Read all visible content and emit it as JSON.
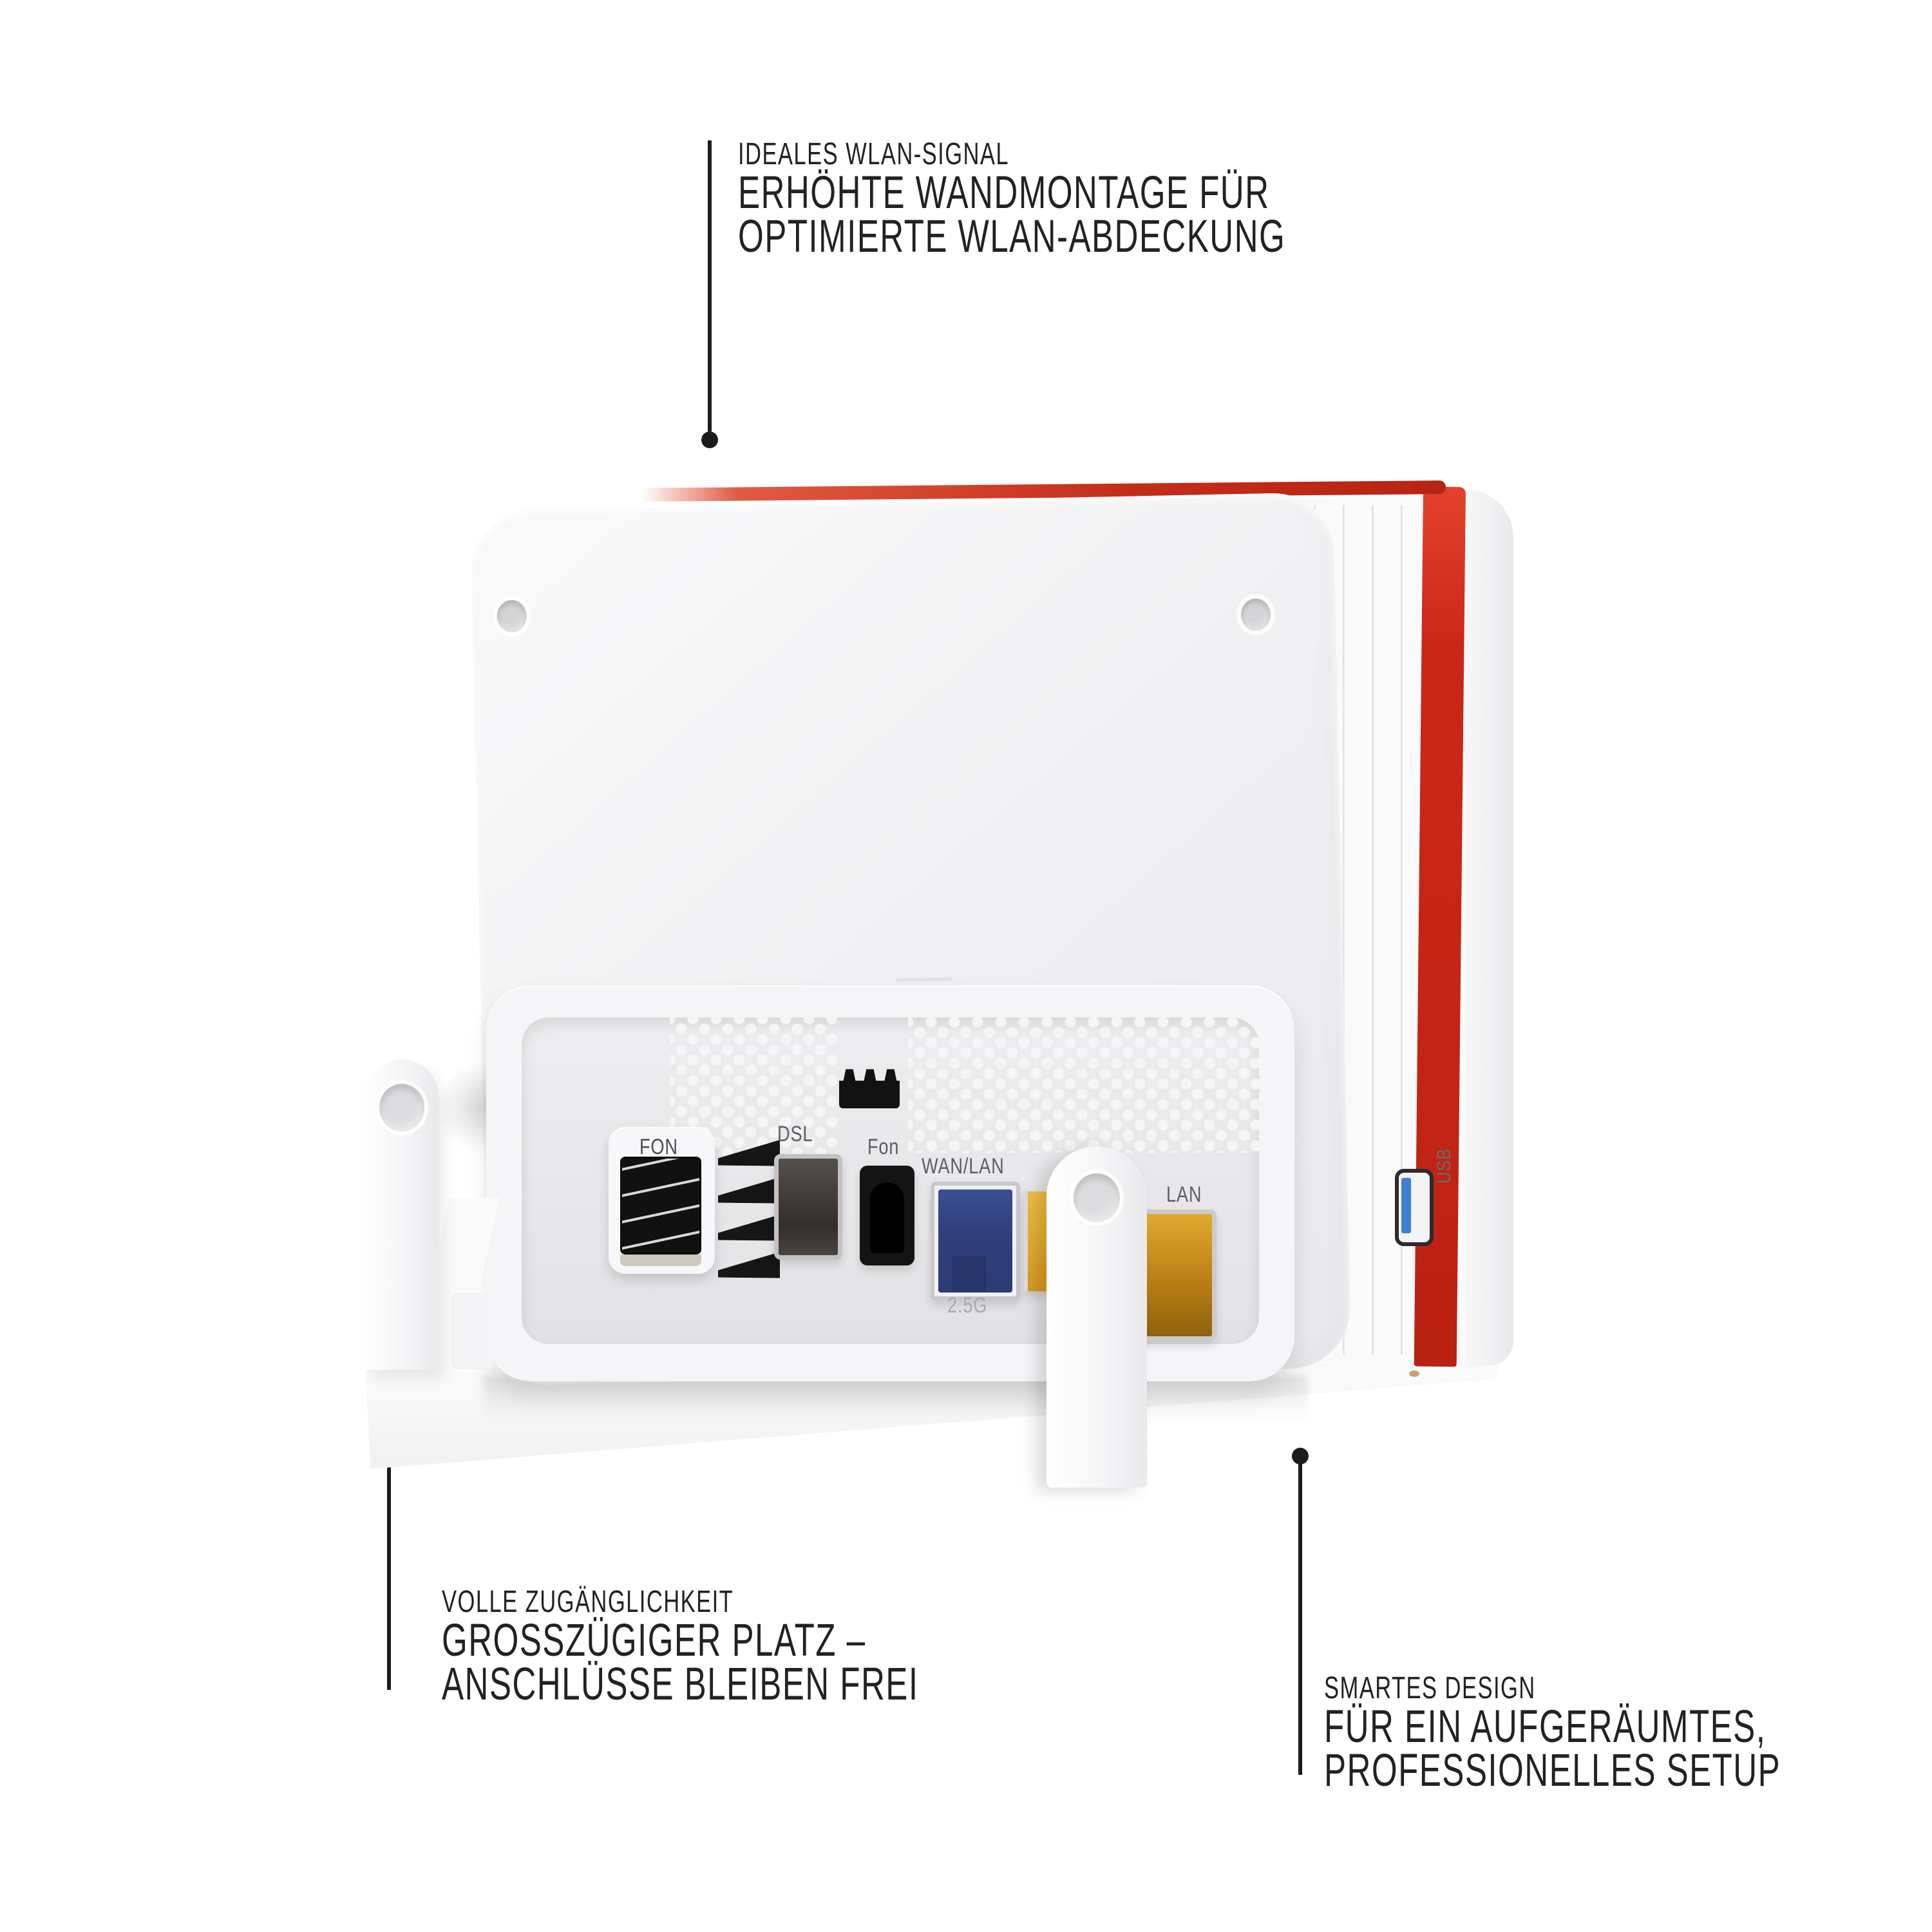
{
  "callouts": {
    "wlan": {
      "eyebrow": "IDEALES WLAN-SIGNAL",
      "line1": "ERHÖHTE WANDMONTAGE FÜR",
      "line2": "OPTIMIERTE WLAN-ABDECKUNG"
    },
    "access": {
      "eyebrow": "VOLLE ZUGÄNGLICHKEIT",
      "line1": "GROSSZÜGIGER PLATZ –",
      "line2": "ANSCHLÜSSE BLEIBEN FREI"
    },
    "design": {
      "eyebrow": "SMARTES DESIGN",
      "line1": "FÜR EIN AUFGERÄUMTES,",
      "line2": "PROFESSIONELLES SETUP"
    }
  },
  "device": {
    "port_labels": {
      "fon_tae": "FON",
      "dsl": "DSL",
      "fon": "Fon",
      "wan_lan": "WAN/LAN",
      "wan_lan_speed": "2.5G",
      "lan": "LAN",
      "usb": "USB"
    },
    "colors": {
      "brand_red": "#cb2718",
      "wan_port_blue": "#2e3f79",
      "lan_port_orange": "#b97f15",
      "spare_port_yellow": "#e0a62a",
      "body_white": "#f4f4f6"
    }
  }
}
